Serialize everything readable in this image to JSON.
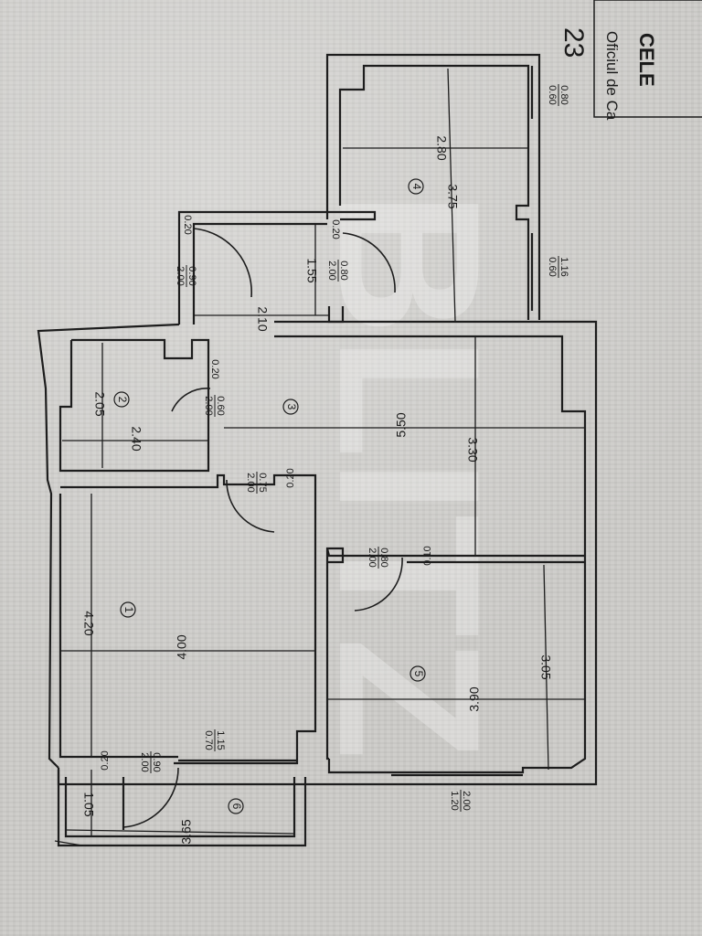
{
  "stamp": {
    "number": "23",
    "line1": "Oficiul de Ca",
    "line2": "CELE"
  },
  "watermark": "BLITZ",
  "rooms": [
    {
      "id": "1",
      "width": "4.00",
      "length": "4.20"
    },
    {
      "id": "2",
      "width": "2.40",
      "length": "2.05"
    },
    {
      "id": "3",
      "width": "5.50",
      "length": "3.30"
    },
    {
      "id": "4",
      "width": "2.80",
      "length": "3.75"
    },
    {
      "id": "5",
      "width": "3.90",
      "length": "3.05"
    },
    {
      "id": "6",
      "width": "3.65",
      "length": "1.05"
    }
  ],
  "corridor": {
    "width": "2.10",
    "length": "1.55"
  },
  "openings": [
    {
      "top": "0.80",
      "bottom": "0.60"
    },
    {
      "top": "1.16",
      "bottom": "0.60"
    },
    {
      "top": "0.90",
      "bottom": "2.00"
    },
    {
      "top": "0.80",
      "bottom": "2.00"
    },
    {
      "top": "0.60",
      "bottom": "2.00"
    },
    {
      "top": "0.75",
      "bottom": "2.00"
    },
    {
      "top": "0.80",
      "bottom": "2.00"
    },
    {
      "top": "0.90",
      "bottom": "2.00"
    },
    {
      "top": "1.15",
      "bottom": "0.70"
    },
    {
      "top": "2.00",
      "bottom": "1.20"
    }
  ],
  "wall_marks": [
    "0.20",
    "0.20",
    "0.20",
    "0.20",
    "0.10",
    "0.20"
  ],
  "colors": {
    "ink": "#1d1d1d",
    "paper": "#cfcecb"
  }
}
